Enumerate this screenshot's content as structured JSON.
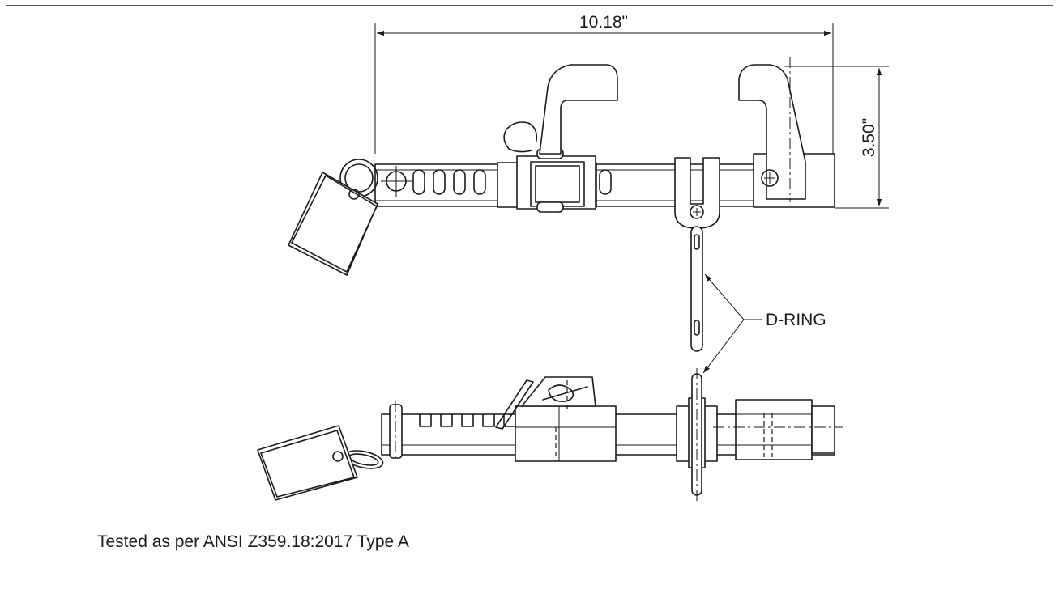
{
  "drawing": {
    "dimension_width": "10.18\"",
    "dimension_height": "3.50\"",
    "callout_label": "D-RING",
    "caption": "Tested as per ANSI Z359.18:2017 Type A"
  },
  "colors": {
    "line": "#1a1a1a",
    "frame": "#555555",
    "background": "#ffffff"
  }
}
